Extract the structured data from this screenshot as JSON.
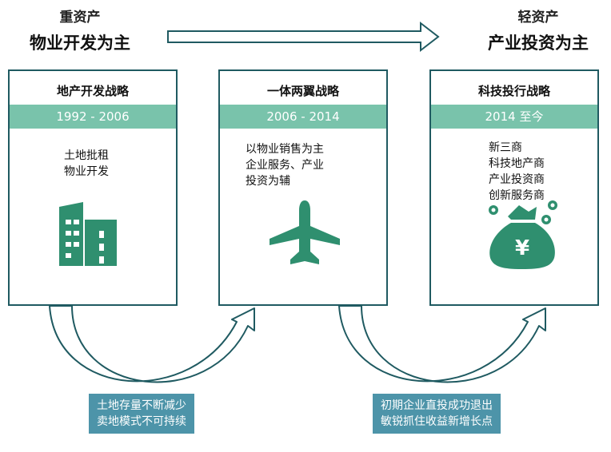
{
  "left_header": {
    "small": "重资产",
    "big": "物业开发为主"
  },
  "right_header": {
    "small": "轻资产",
    "big": "产业投资为主"
  },
  "cards": [
    {
      "title": "地产开发战略",
      "period": "1992 - 2006",
      "lines": [
        "土地批租",
        "物业开发"
      ],
      "icon": "building-icon"
    },
    {
      "title": "一体两翼战略",
      "period": "2006 - 2014",
      "lines": [
        "以物业销售为主",
        "企业服务、产业",
        "投资为辅"
      ],
      "icon": "airplane-icon"
    },
    {
      "title": "科技投行战略",
      "period": "2014 至今",
      "lines": [
        "新三商",
        "科技地产商",
        "产业投资商",
        "创新服务商"
      ],
      "icon": "money-bag-icon"
    }
  ],
  "transitions": [
    {
      "lines": [
        "土地存量不断减少",
        "卖地模式不可持续"
      ]
    },
    {
      "lines": [
        "初期企业直投成功退出",
        "敏锐抓住收益新增长点"
      ]
    }
  ],
  "colors": {
    "accent": "#79c3ab",
    "border": "#1f5a61",
    "icon": "#2f8f6f",
    "box": "#4d94a9"
  }
}
